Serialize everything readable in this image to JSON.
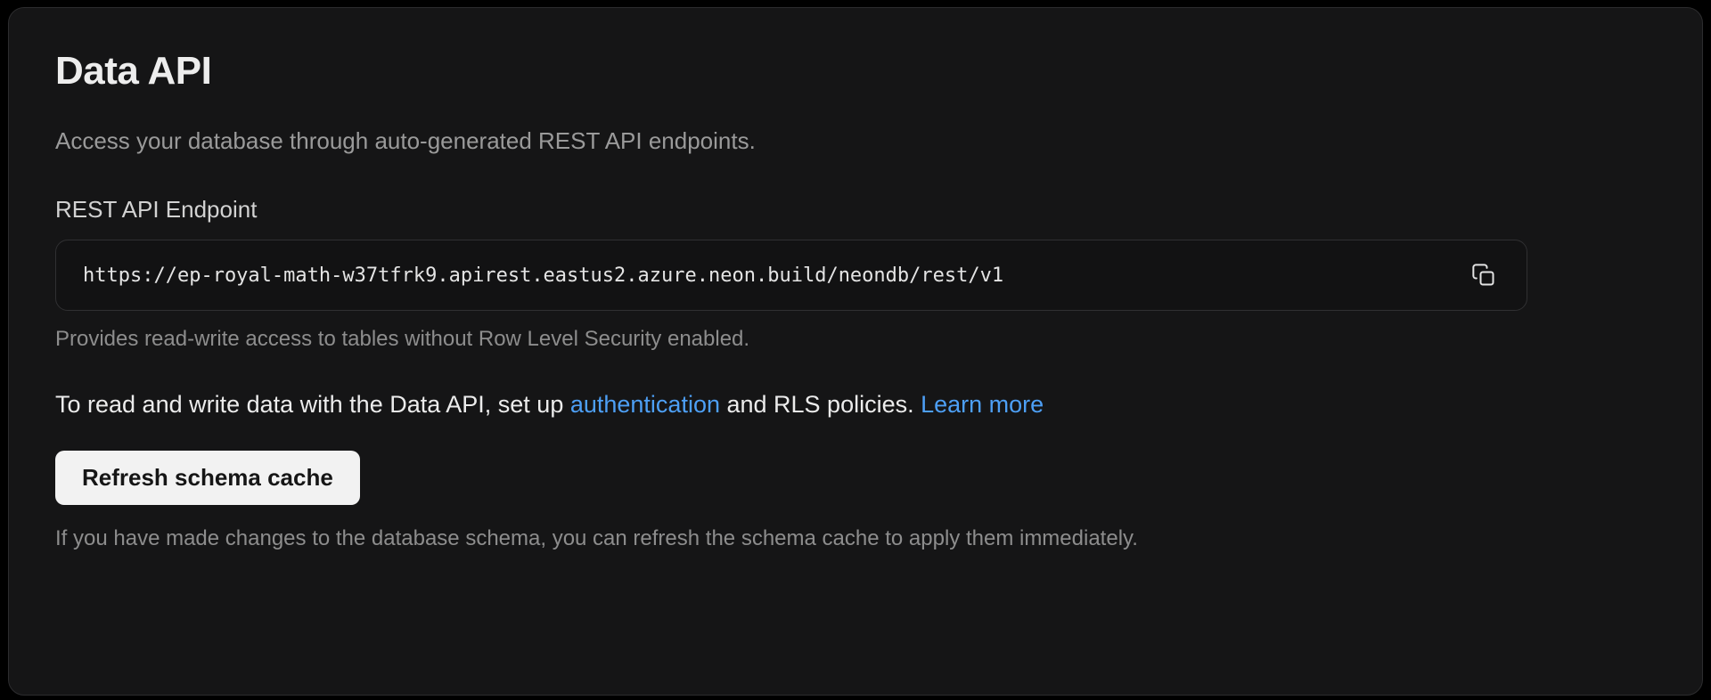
{
  "colors": {
    "page_background": "#000000",
    "card_background": "#151516",
    "card_border": "#2c2c2e",
    "link_blue": "#4d9ff5",
    "button_background": "#f2f2f2",
    "button_text": "#161616",
    "muted_text": "#8d8d8d"
  },
  "page": {
    "title": "Data API",
    "subtitle": "Access your database through auto-generated REST API endpoints."
  },
  "endpoint": {
    "label": "REST API Endpoint",
    "value": "https://ep-royal-math-w37tfrk9.apirest.eastus2.azure.neon.build/neondb/rest/v1",
    "copy_icon": "copy-icon",
    "helper": "Provides read-write access to tables without Row Level Security enabled."
  },
  "rls_note": {
    "prefix": "To read and write data with the Data API, set up ",
    "auth_link": "authentication",
    "middle": " and RLS policies. ",
    "learn_more_link": "Learn more"
  },
  "refresh": {
    "button_label": "Refresh schema cache",
    "helper": "If you have made changes to the database schema, you can refresh the schema cache to apply them immediately."
  }
}
